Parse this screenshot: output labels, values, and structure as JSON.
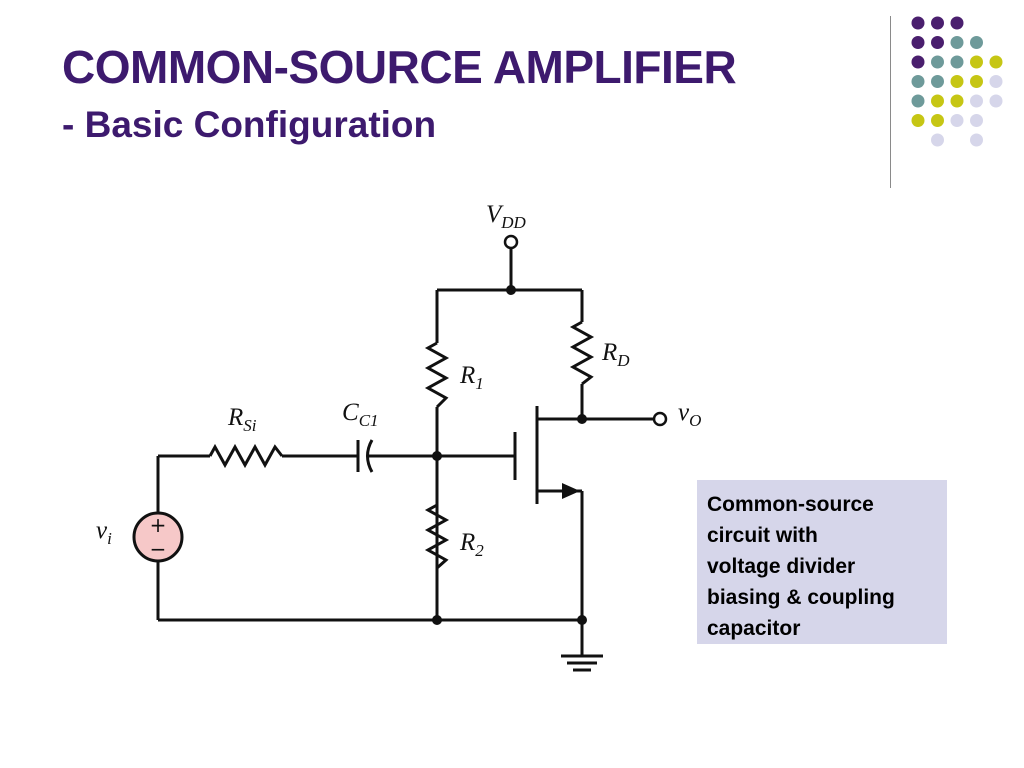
{
  "slide": {
    "title": "COMMON-SOURCE AMPLIFIER",
    "subtitle": "- Basic Configuration"
  },
  "decor": {
    "dot_colors": [
      "#4a1f6e",
      "#6e9a9a",
      "#c6c614",
      "#d6d6ea"
    ],
    "dot_grid": [
      [
        "purple",
        "purple",
        "purple",
        "none",
        "none"
      ],
      [
        "purple",
        "purple",
        "teal",
        "teal",
        "none"
      ],
      [
        "purple",
        "teal",
        "teal",
        "yellow",
        "yellow"
      ],
      [
        "teal",
        "teal",
        "yellow",
        "yellow",
        "lavender"
      ],
      [
        "teal",
        "yellow",
        "yellow",
        "lavender",
        "lavender"
      ],
      [
        "yellow",
        "yellow",
        "lavender",
        "lavender",
        "none"
      ],
      [
        "none",
        "lavender",
        "none",
        "lavender",
        "none"
      ]
    ]
  },
  "circuit": {
    "labels": {
      "vdd": {
        "main": "V",
        "sub": "DD"
      },
      "rd": {
        "main": "R",
        "sub": "D"
      },
      "r1": {
        "main": "R",
        "sub": "1"
      },
      "r2": {
        "main": "R",
        "sub": "2"
      },
      "rsi": {
        "main": "R",
        "sub": "Si"
      },
      "cc1": {
        "main": "C",
        "sub": "C1"
      },
      "vo": {
        "main": "v",
        "sub": "O"
      },
      "vi": {
        "main": "v",
        "sub": "i"
      },
      "plus": "+",
      "minus": "−"
    },
    "source_fill": "#f6c8c8"
  },
  "caption": {
    "lines": [
      "Common-source",
      "circuit with",
      "voltage divider",
      "biasing & coupling",
      "capacitor"
    ]
  }
}
